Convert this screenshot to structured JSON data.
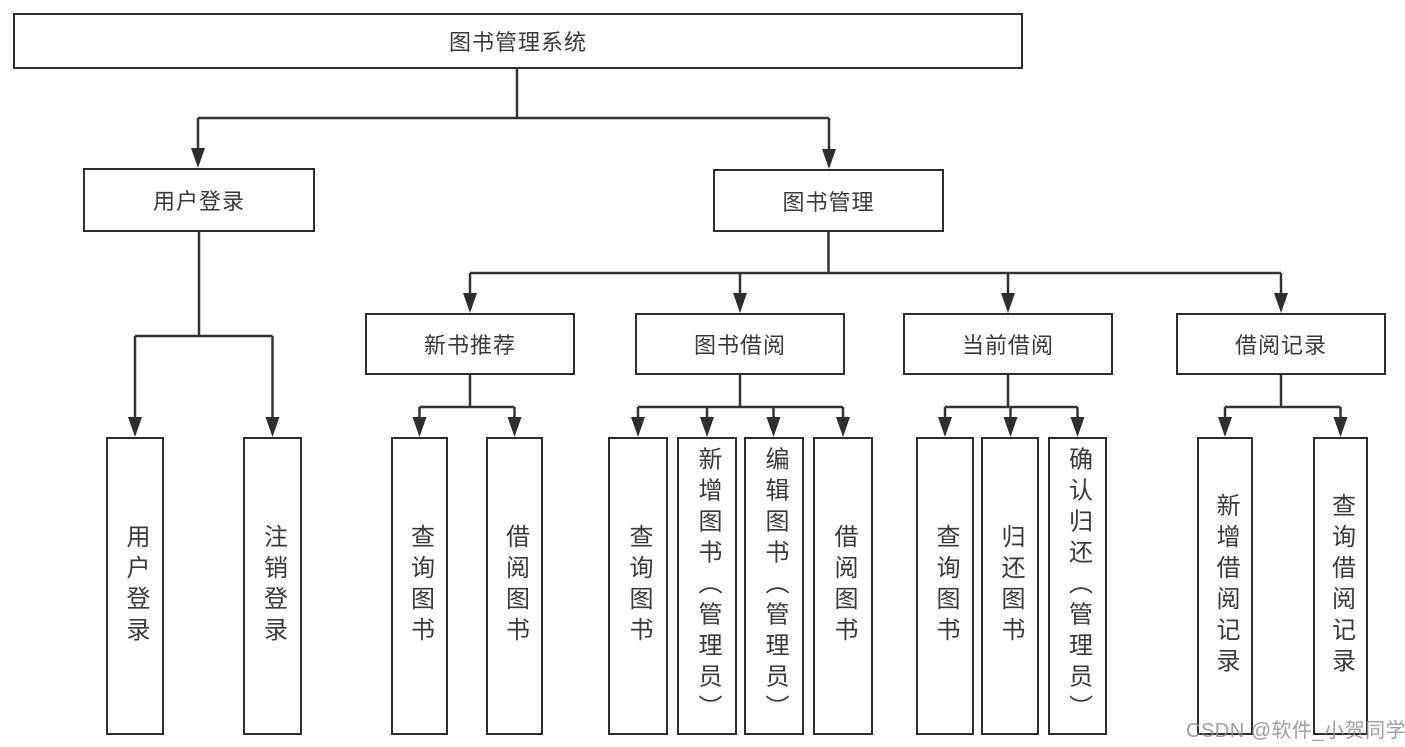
{
  "diagram_type": "hierarchy-tree",
  "tree": {
    "root": "图书管理系统",
    "children": [
      {
        "label": "用户登录",
        "children": [
          "用户登录",
          "注销登录"
        ]
      },
      {
        "label": "图书管理",
        "children": [
          {
            "label": "新书推荐",
            "children": [
              "查询图书",
              "借阅图书"
            ]
          },
          {
            "label": "图书借阅",
            "children": [
              "查询图书",
              "新增图书（管理员）",
              "编辑图书（管理员）",
              "借阅图书"
            ]
          },
          {
            "label": "当前借阅",
            "children": [
              "查询图书",
              "归还图书",
              "确认归还（管理员）"
            ]
          },
          {
            "label": "借阅记录",
            "children": [
              "新增借阅记录",
              "查询借阅记录"
            ]
          }
        ]
      }
    ]
  },
  "watermark": "CSDN @软件_小贺同学",
  "colors": {
    "line": "#333333",
    "box_border": "#2e2e2e",
    "text": "#3a3a3a",
    "background": "#ffffff",
    "watermark": "#8c8c94"
  }
}
